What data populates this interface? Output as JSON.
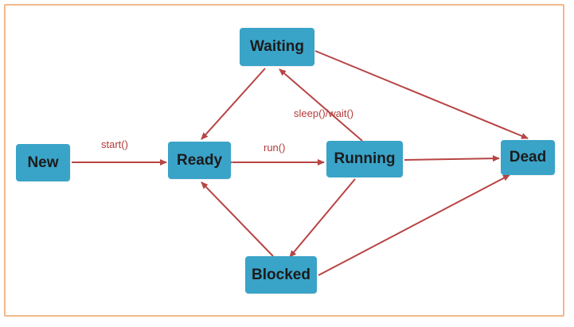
{
  "diagram": {
    "nodes": [
      {
        "id": "new",
        "label": "New"
      },
      {
        "id": "ready",
        "label": "Ready"
      },
      {
        "id": "waiting",
        "label": "Waiting"
      },
      {
        "id": "running",
        "label": "Running"
      },
      {
        "id": "blocked",
        "label": "Blocked"
      },
      {
        "id": "dead",
        "label": "Dead"
      }
    ],
    "edges": [
      {
        "from": "new",
        "to": "ready",
        "label": "start()"
      },
      {
        "from": "ready",
        "to": "running",
        "label": "run()",
        "bidirectional": true
      },
      {
        "from": "running",
        "to": "waiting",
        "label": "sleep()/wait()"
      },
      {
        "from": "waiting",
        "to": "ready",
        "label": ""
      },
      {
        "from": "running",
        "to": "blocked",
        "label": ""
      },
      {
        "from": "blocked",
        "to": "ready",
        "label": ""
      },
      {
        "from": "waiting",
        "to": "dead",
        "label": ""
      },
      {
        "from": "running",
        "to": "dead",
        "label": ""
      },
      {
        "from": "blocked",
        "to": "dead",
        "label": ""
      }
    ],
    "colors": {
      "node_fill": "#3aa3c8",
      "edge": "#b84444",
      "label": "#b23a3a",
      "frame": "#f2b98a"
    }
  }
}
